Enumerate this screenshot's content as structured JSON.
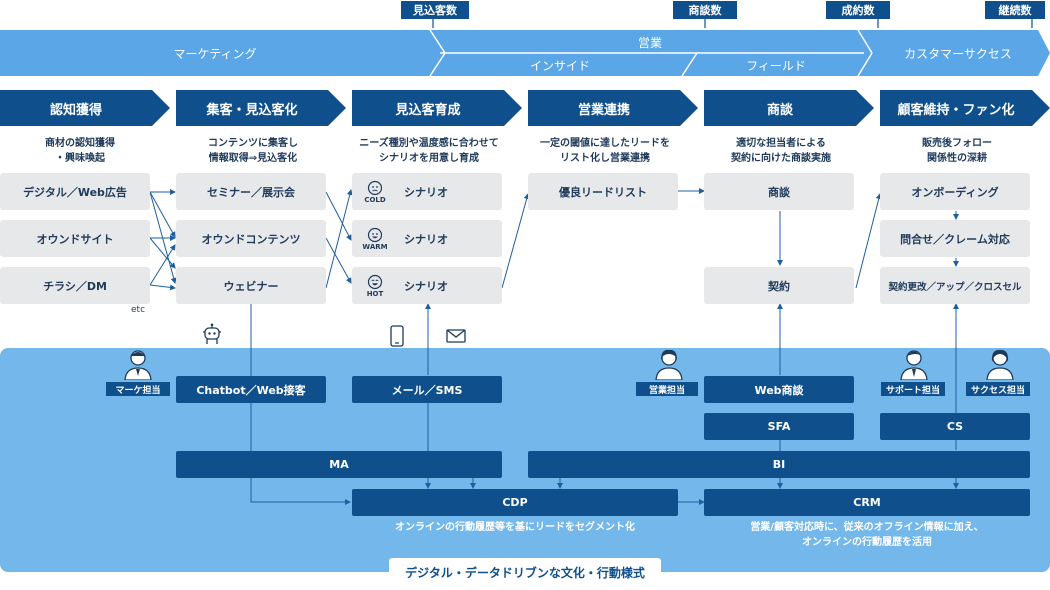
{
  "metrics": {
    "prospects": "見込客数",
    "negotiations": "商談数",
    "contracts": "成約数",
    "renewals": "継続数"
  },
  "phases": {
    "marketing": "マーケティング",
    "sales": "営業",
    "inside": "インサイド",
    "field": "フィールド",
    "customer_success": "カスタマーサクセス"
  },
  "stages": [
    {
      "title": "認知獲得",
      "desc1": "商材の認知獲得",
      "desc2": "・興味喚起"
    },
    {
      "title": "集客・見込客化",
      "desc1": "コンテンツに集客し",
      "desc2": "情報取得⇒見込客化"
    },
    {
      "title": "見込客育成",
      "desc1": "ニーズ種別や温度感に合わせて",
      "desc2": "シナリオを用意し育成"
    },
    {
      "title": "営業連携",
      "desc1": "一定の閾値に達したリードを",
      "desc2": "リスト化し営業連携"
    },
    {
      "title": "商談",
      "desc1": "適切な担当者による",
      "desc2": "契約に向けた商談実施"
    },
    {
      "title": "顧客維持・ファン化",
      "desc1": "販売後フォロー",
      "desc2": "関係性の深耕"
    }
  ],
  "activities": {
    "awareness": [
      "デジタル／Web広告",
      "オウンドサイト",
      "チラシ／DM"
    ],
    "etc": "etc",
    "acquisition": [
      "セミナー／展示会",
      "オウンドコンテンツ",
      "ウェビナー"
    ],
    "nurture": [
      {
        "temp": "COLD",
        "label": "シナリオ"
      },
      {
        "temp": "WARM",
        "label": "シナリオ"
      },
      {
        "temp": "HOT",
        "label": "シナリオ"
      }
    ],
    "handoff": "優良リードリスト",
    "negotiation": "商談",
    "contract": "契約",
    "retention": [
      "オンボーディング",
      "問合せ／クレーム対応",
      "契約更改／アップ／クロスセル"
    ]
  },
  "roles": {
    "marketing": "マーケ担当",
    "sales": "営業担当",
    "support": "サポート担当",
    "success": "サクセス担当"
  },
  "tools": {
    "chatbot": "Chatbot／Web接客",
    "mail": "メール／SMS",
    "web_meeting": "Web商談",
    "sfa": "SFA",
    "cs": "CS",
    "ma": "MA",
    "bi": "BI",
    "cdp": "CDP",
    "crm": "CRM"
  },
  "notes": {
    "cdp": "オンラインの行動履歴等を基にリードをセグメント化",
    "crm1": "営業/顧客対応時に、従来のオフライン情報に加え、",
    "crm2": "オンラインの行動履歴を活用"
  },
  "footer": "デジタル・データドリブンな文化・行動様式",
  "colors": {
    "dark": "#0f4f8c",
    "band": "#5aa6e6",
    "panel": "#74b7eb",
    "box": "#e7e8ea"
  },
  "icons": [
    "robot-icon",
    "smartphone-icon",
    "mail-icon",
    "person-icon",
    "smiley-icon"
  ]
}
